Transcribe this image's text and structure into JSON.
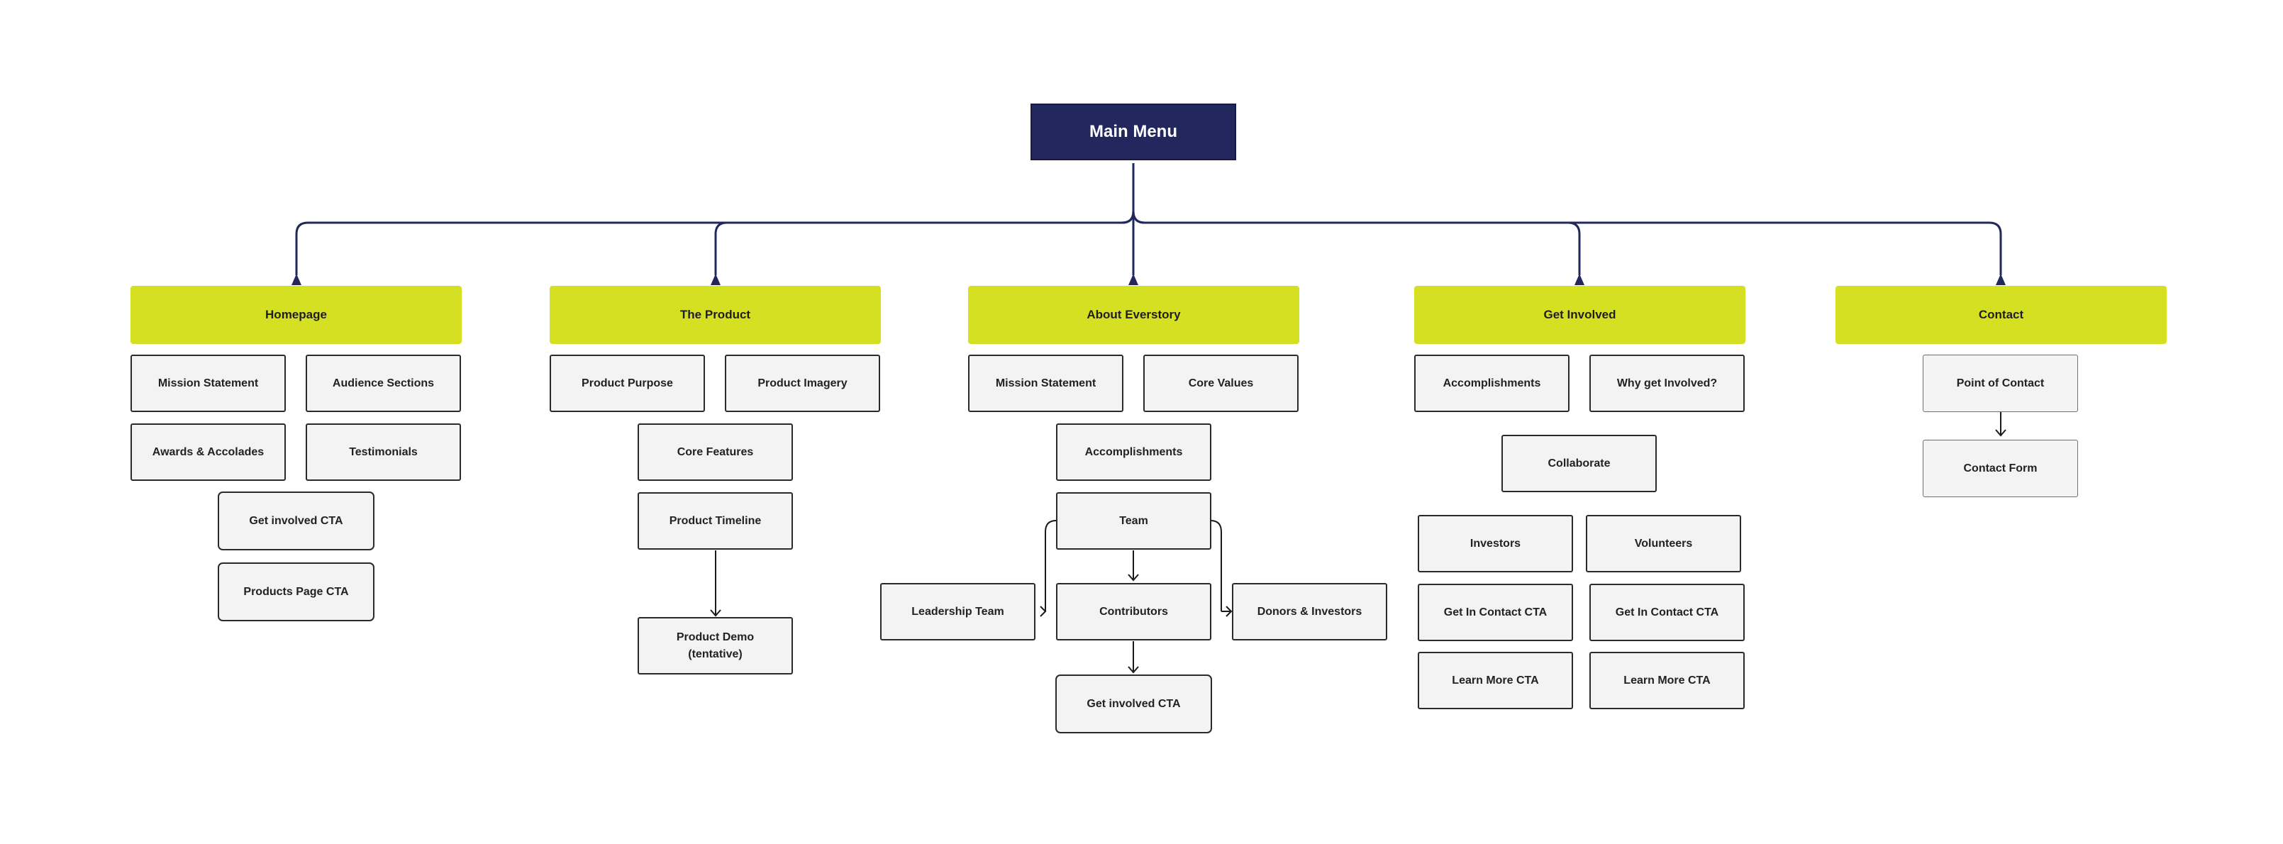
{
  "colors": {
    "root_fill": "#22285e",
    "category_fill": "#d4e021",
    "page_fill": "#f3f3f3",
    "connector": "#22285e",
    "arrow": "#1a1a1a"
  },
  "root": {
    "label": "Main Menu"
  },
  "categories": [
    {
      "label": "Homepage",
      "pages": [
        "Mission Statement",
        "Audience Sections",
        "Awards & Accolades",
        "Testimonials",
        "Get involved CTA",
        "Products Page CTA"
      ]
    },
    {
      "label": "The Product",
      "pages": [
        "Product Purpose",
        "Product Imagery",
        "Core Features",
        "Product Timeline",
        "Product Demo (tentative)"
      ]
    },
    {
      "label": "About Everstory",
      "pages": [
        "Mission Statement",
        "Core Values",
        "Accomplishments",
        "Team",
        "Leadership Team",
        "Contributors",
        "Donors & Investors",
        "Get involved CTA"
      ]
    },
    {
      "label": "Get Involved",
      "pages": [
        "Accomplishments",
        "Why get Involved?",
        "Collaborate",
        "Investors",
        "Volunteers",
        "Get In Contact CTA",
        "Get In Contact CTA",
        "Learn More CTA",
        "Learn More CTA"
      ]
    },
    {
      "label": "Contact",
      "pages": [
        "Point of Contact",
        "Contact Form"
      ]
    }
  ]
}
